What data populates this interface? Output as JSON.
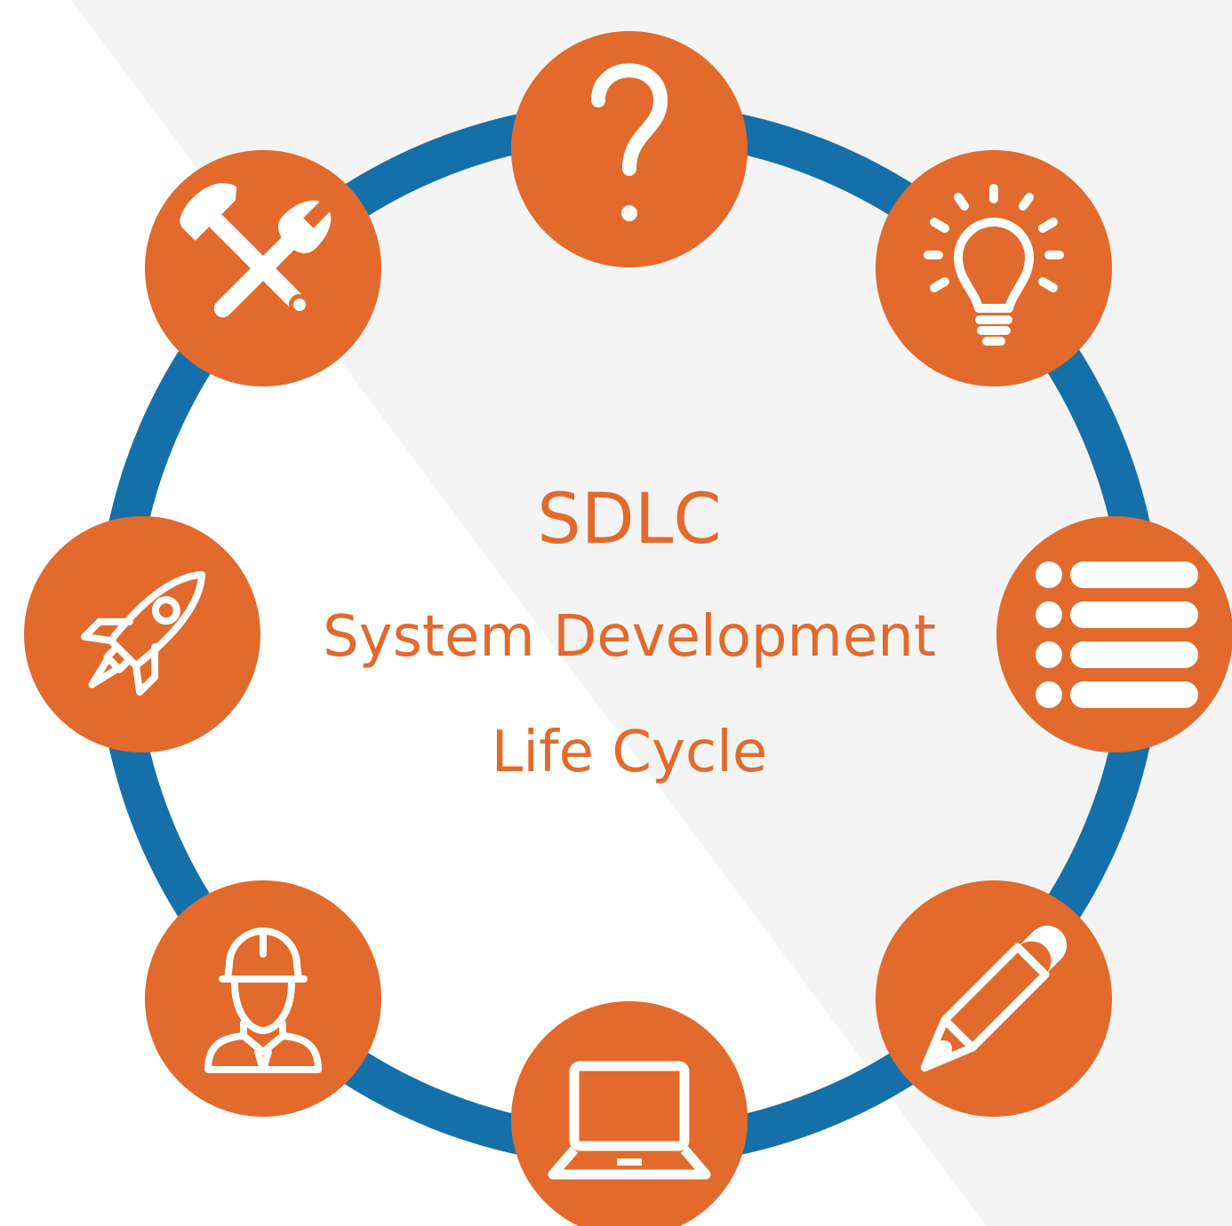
{
  "diagram": {
    "type": "cycle",
    "title": "SDLC",
    "subtitle_line1": "System Development",
    "subtitle_line2": "Life Cycle",
    "stages": [
      {
        "icon": "question-mark-icon"
      },
      {
        "icon": "light-bulb-icon"
      },
      {
        "icon": "list-icon"
      },
      {
        "icon": "pencil-icon"
      },
      {
        "icon": "laptop-icon"
      },
      {
        "icon": "engineer-icon"
      },
      {
        "icon": "rocket-icon"
      },
      {
        "icon": "wrench-hammer-icon"
      }
    ]
  },
  "colors": {
    "background": "#FFFFFF",
    "background_stripe": "#F4F4F4",
    "ring": "#1570A9",
    "node_fill": "#E26A2C",
    "icon_stroke": "#FFFFFF",
    "text": "#E26A2C"
  }
}
